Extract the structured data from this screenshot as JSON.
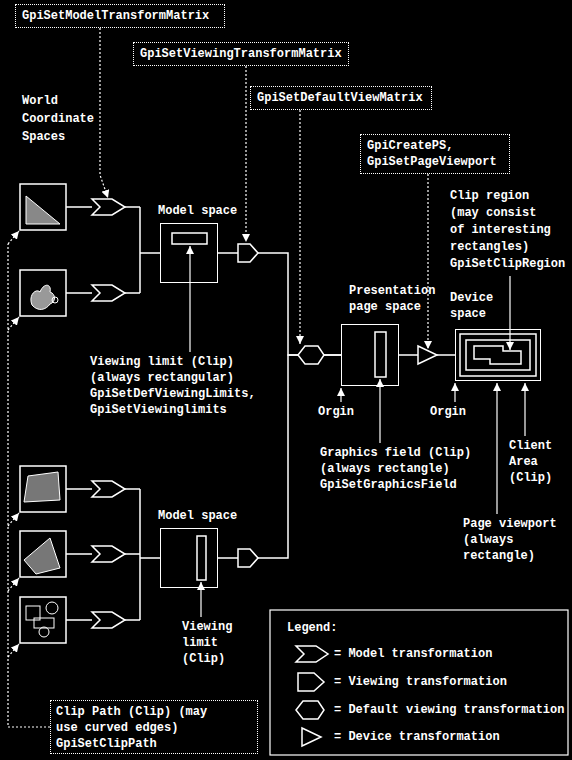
{
  "diagram": {
    "nodes": [
      {
        "text": [
          "GpiSetModelTransformMatrix"
        ]
      },
      {
        "text": [
          "GpiSetViewingTransformMatrix"
        ]
      },
      {
        "text": [
          "GpiSetDefaultViewMatrix"
        ]
      },
      {
        "text": [
          "GpiCreatePS, GpiSetPageViewport"
        ]
      },
      {
        "text": [
          "Model space"
        ]
      },
      {
        "text": [
          "Presentation page space"
        ]
      },
      {
        "text": [
          "Device space"
        ]
      },
      {
        "text": [
          "Model space"
        ]
      },
      {
        "text": [
          "Clip Path (Clip) (may use curved edges) GpiSetClipPath"
        ]
      }
    ],
    "edges": [
      {
        "from": 4,
        "to": 5,
        "arrow": "none"
      },
      {
        "from": 7,
        "to": 5,
        "arrow": "none"
      },
      {
        "from": 5,
        "to": 6,
        "arrow": "none"
      }
    ],
    "labels": [
      "World Coordinate Spaces",
      "Viewing limit (Clip) (always rectangular) GpiSetDefViewingLimits, GpiSetViewinglimits",
      "Viewing limit (Clip)",
      "Orgin",
      "Orgin",
      "Graphics field (Clip) (always rectangle) GpiSetGraphicsField",
      "Clip region (may consist of interesting rectangles) GpiSetClipRegion",
      "Client Area (Clip)",
      "Page viewport (always rectangle)",
      "Legend:"
    ],
    "legend": [
      {
        "text": "= Model transformation"
      },
      {
        "text": "= Viewing transformation"
      },
      {
        "text": "= Default viewing transformation"
      },
      {
        "text": "= Device transformation"
      }
    ]
  }
}
